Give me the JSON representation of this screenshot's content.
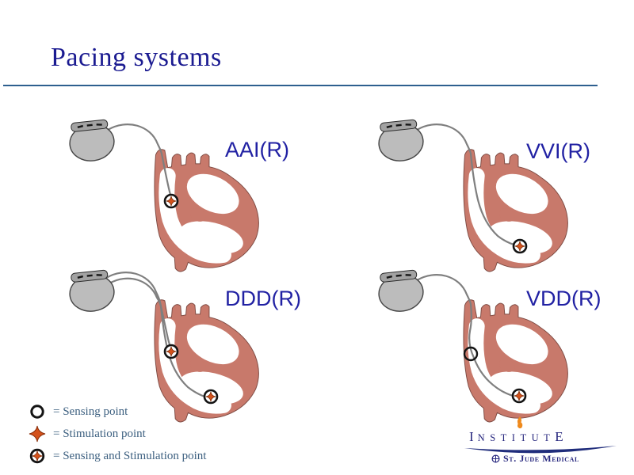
{
  "slide": {
    "title": "Pacing systems",
    "background": "#ffffff"
  },
  "panels": [
    {
      "label": "AAI(R)",
      "leads": 1,
      "markers": [
        {
          "type": "sensing-stimulation",
          "location": "atrium"
        }
      ]
    },
    {
      "label": "VVI(R)",
      "leads": 1,
      "markers": [
        {
          "type": "sensing-stimulation",
          "location": "ventricle"
        }
      ]
    },
    {
      "label": "DDD(R)",
      "leads": 2,
      "markers": [
        {
          "type": "sensing-stimulation",
          "location": "atrium"
        },
        {
          "type": "sensing-stimulation",
          "location": "ventricle"
        }
      ]
    },
    {
      "label": "VDD(R)",
      "leads": 1,
      "markers": [
        {
          "type": "sensing",
          "location": "atrium"
        },
        {
          "type": "sensing-stimulation",
          "location": "ventricle"
        }
      ]
    }
  ],
  "legend": {
    "items": [
      {
        "icon": "sensing-point-icon",
        "label": "= Sensing point"
      },
      {
        "icon": "stimulation-point-icon",
        "label": "= Stimulation point"
      },
      {
        "icon": "sensing-stimulation-point-icon",
        "label": "= Sensing and Stimulation point"
      }
    ]
  },
  "logo": {
    "institute_first": "I",
    "institute_middle": "NSTITUT",
    "institute_last": "E",
    "company": "St. Jude Medical"
  },
  "colors": {
    "title_navy": "#1b1b91",
    "label_blue": "#2121a3",
    "rule_blue": "#2e5f8f",
    "heart_fill": "#c8796b",
    "heart_outline": "#7d4a42",
    "device_gray": "#bcbcbc",
    "lead_gray": "#7f7f7f",
    "marker_orange": "#d4521c",
    "legend_text": "#3d6080",
    "logo_navy": "#26267e",
    "flame_orange": "#ef8a1d"
  }
}
